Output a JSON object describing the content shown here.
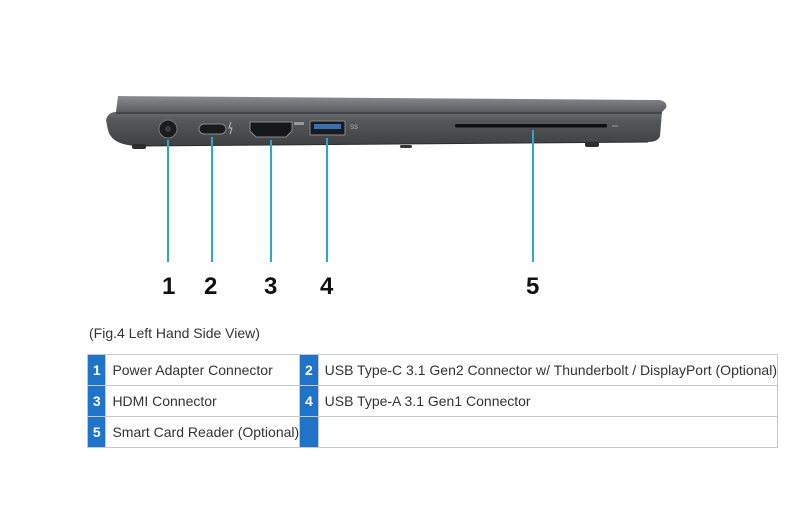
{
  "callouts": [
    "1",
    "2",
    "3",
    "4",
    "5"
  ],
  "caption": "(Fig.4 Left Hand Side View)",
  "legend": [
    {
      "num": "1",
      "label": "Power Adapter Connector"
    },
    {
      "num": "2",
      "label": "USB Type-C 3.1 Gen2 Connector w/ Thunderbolt / DisplayPort (Optional)"
    },
    {
      "num": "3",
      "label": "HDMI Connector"
    },
    {
      "num": "4",
      "label": "USB Type-A 3.1 Gen1 Connector"
    },
    {
      "num": "5",
      "label": "Smart Card Reader (Optional)"
    }
  ],
  "colors": {
    "accent": "#1f73c8",
    "leader_line": "#2aa7c9",
    "laptop_body": "#4a4c50"
  }
}
